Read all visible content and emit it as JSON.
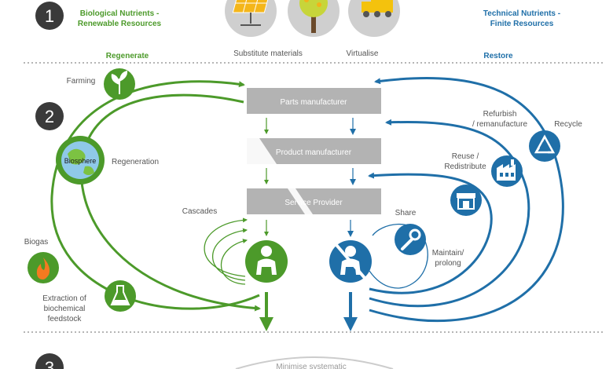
{
  "steps": {
    "one": "1",
    "two": "2",
    "three": "3"
  },
  "header": {
    "bio_line1": "Biological Nutrients -",
    "bio_line2": "Renewable Resources",
    "tech_line1": "Technical Nutrients -",
    "tech_line2": "Finite Resources",
    "substitute": "Substitute materials",
    "virtualise": "Virtualise"
  },
  "left": {
    "regenerate": "Regenerate",
    "farming": "Farming",
    "biosphere": "Biosphere",
    "regeneration": "Regeneration",
    "cascades": "Cascades",
    "biogas": "Biogas",
    "extraction1": "Extraction of",
    "extraction2": "biochemical",
    "extraction3": "feedstock"
  },
  "center": {
    "parts": "Parts manufacturer",
    "product": "Product manufacturer",
    "service": "Service Provider"
  },
  "right": {
    "restore": "Restore",
    "refurbish1": "Refurbish",
    "refurbish2": "/ remanufacture",
    "recycle": "Recycle",
    "reuse1": "Reuse /",
    "reuse2": "Redistribute",
    "share": "Share",
    "maintain1": "Maintain/",
    "maintain2": "prolong"
  },
  "footer": {
    "minimise": "Minimise systematic"
  },
  "colors": {
    "green": "#4c9a2a",
    "blue": "#1f6fa8",
    "grey": "#b3b3b3",
    "dark": "#3a3a3a"
  },
  "icons": [
    "solar-panel-icon",
    "tree-icon",
    "truck-icon",
    "plant-icon",
    "globe-icon",
    "fire-icon",
    "flask-icon",
    "consumer-icon",
    "user-icon",
    "recycle-icon",
    "factory-icon",
    "shop-icon",
    "wrench-icon"
  ]
}
